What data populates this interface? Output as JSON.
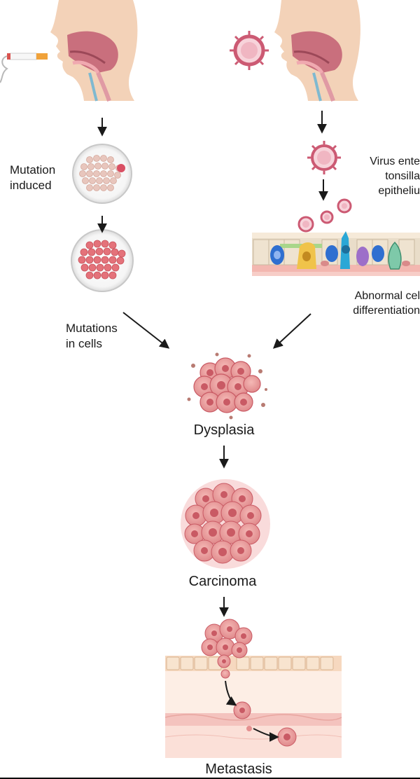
{
  "labels": {
    "mutation_induced": [
      "Mutation",
      "induced"
    ],
    "mutations_in_cells": [
      "Mutations",
      "in cells"
    ],
    "virus_enters": [
      "Virus ente",
      "tonsilla",
      "epitheliu"
    ],
    "abnormal_cell": [
      "Abnormal cel",
      "differentiation"
    ],
    "dysplasia": "Dysplasia",
    "carcinoma": "Carcinoma",
    "metastasis": "Metastasis"
  },
  "icons": [
    "head-profile-icon",
    "cigarette-icon",
    "virus-icon",
    "petri-dish-icon",
    "epithelium-icon",
    "cell-cluster-icon",
    "tissue-layer-icon",
    "arrow-icon"
  ],
  "colors": {
    "skin": "#f3d2b8",
    "airway": "#c96f7d",
    "virus": "#cc5a73",
    "cell": "#e59090",
    "cell_dark": "#c95a64",
    "tissue": "#fbe0d2",
    "ink": "#1a1a1a"
  }
}
